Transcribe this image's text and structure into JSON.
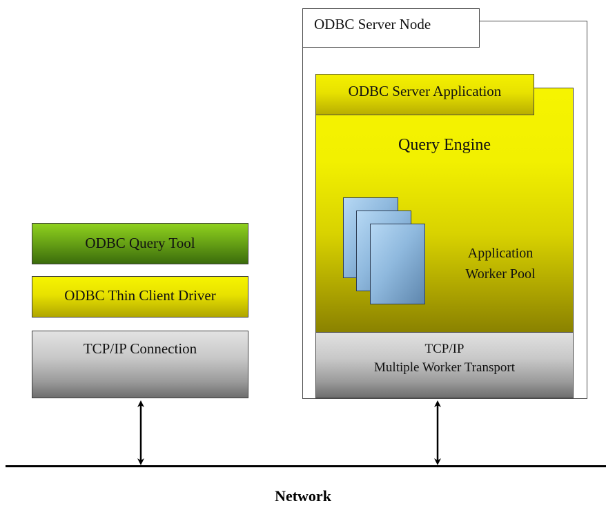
{
  "server_node": {
    "title": "ODBC Server Node",
    "application": {
      "title": "ODBC Server Application",
      "engine_label": "Query Engine",
      "worker_pool": {
        "line1": "Application",
        "line2": "Worker Pool"
      },
      "transport": {
        "line1": "TCP/IP",
        "line2": "Multiple Worker Transport"
      }
    }
  },
  "client_stack": {
    "query_tool": "ODBC Query Tool",
    "thin_driver": "ODBC Thin Client Driver",
    "connection": "TCP/IP Connection"
  },
  "network_label": "Network",
  "colors": {
    "query_tool_green": "#6aa516",
    "driver_yellow": "#e8e200",
    "server_app_yellow": "#f2f000",
    "transport_gray": "#c8c8c8",
    "worker_blue": "#8fb9de",
    "network_line": "#000000"
  }
}
